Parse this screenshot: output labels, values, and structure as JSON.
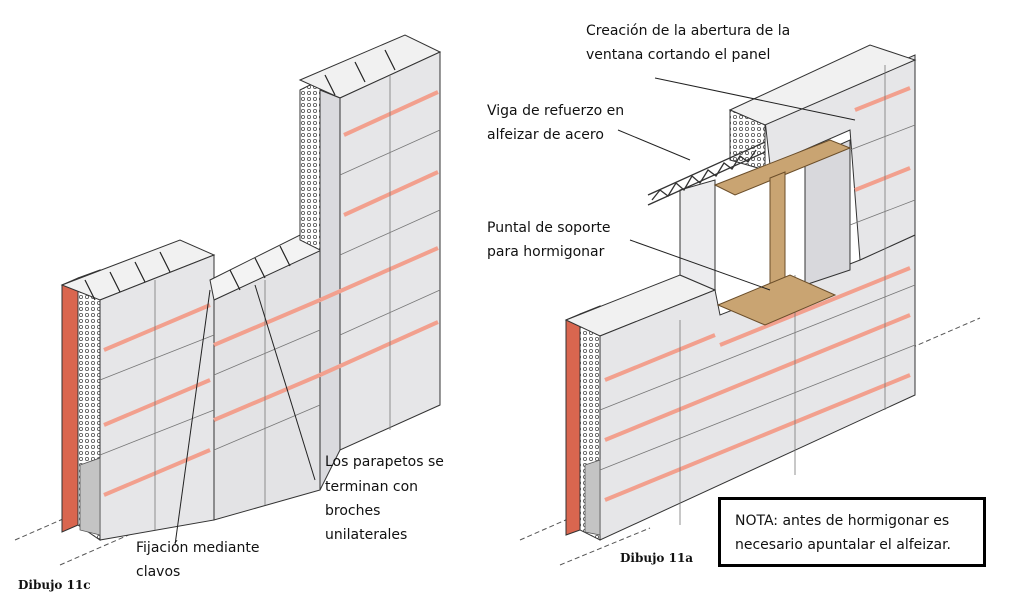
{
  "labels": {
    "ventana_line1": "Creación de la abertura de la",
    "ventana_line2": "ventana cortando el panel",
    "viga_line1": "Viga de refuerzo en",
    "viga_line2": "alfeizar de acero",
    "puntal_line1": "Puntal de soporte",
    "puntal_line2": "para hormigonar",
    "parapetos_line1": "Los parapetos se",
    "parapetos_line2": "terminan con",
    "parapetos_line3": "broches",
    "parapetos_line4": "unilaterales",
    "fijacion_line1": "Fijación   mediante",
    "fijacion_line2": "clavos"
  },
  "note": {
    "line1": "NOTA: antes de hormigonar es",
    "line2": "necesario apuntalar el alfeizar."
  },
  "captions": {
    "left": "Dibujo 11c",
    "right": "Dibujo 11a"
  },
  "colors": {
    "panel": "#e6e6e8",
    "stripe": "#f2a08e",
    "edge": "#d9664f",
    "wood": "#c9a472"
  }
}
